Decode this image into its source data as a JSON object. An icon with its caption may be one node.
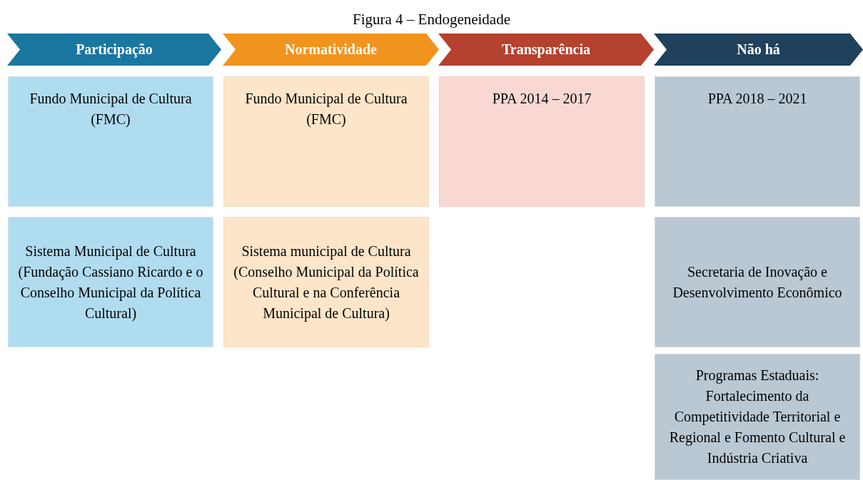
{
  "diagram": {
    "title": "Figura 4 – Endogeneidade",
    "nodes": [
      {
        "text": [
          "Participação"
        ]
      },
      {
        "text": [
          "Normatividade"
        ]
      },
      {
        "text": [
          "Transparência"
        ]
      },
      {
        "text": [
          "Não há"
        ]
      },
      {
        "text": [
          "Fundo Municipal de Cultura (FMC)"
        ]
      },
      {
        "text": [
          "Fundo Municipal de Cultura (FMC)"
        ]
      },
      {
        "text": [
          "PPA 2014 – 2017"
        ]
      },
      {
        "text": [
          "PPA 2018 – 2021"
        ]
      },
      {
        "text": [
          "Sistema Municipal de Cultura (Fundação Cassiano Ricardo e o Conselho Municipal da Política Cultural)"
        ]
      },
      {
        "text": [
          "Sistema municipal de Cultura (Conselho Municipal da Política Cultural e na Conferência Municipal de Cultura)"
        ]
      },
      {
        "text": [
          "Secretaria de Inovação e Desenvolvimento Econômico"
        ]
      },
      {
        "text": [
          "Programas Estaduais: Fortalecimento da Competitividade Territorial e Regional e Fomento Cultural e Indústria Criativa"
        ]
      }
    ]
  }
}
